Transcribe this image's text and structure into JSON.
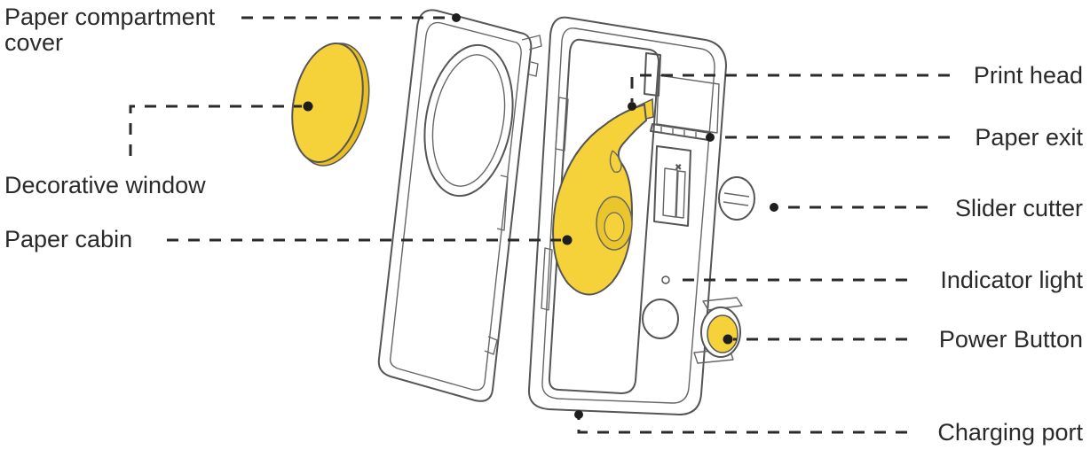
{
  "diagram": {
    "accent_color": "#F6D23A",
    "line_color": "#2A2A2A",
    "labels": {
      "paper_compartment_cover_line1": "Paper compartment",
      "paper_compartment_cover_line2": "cover",
      "decorative_window": "Decorative window",
      "paper_cabin": "Paper cabin",
      "print_head": "Print head",
      "paper_exit": "Paper exit",
      "slider_cutter": "Slider cutter",
      "indicator_light": "Indicator light",
      "power_button": "Power Button",
      "charging_port": "Charging port"
    }
  }
}
